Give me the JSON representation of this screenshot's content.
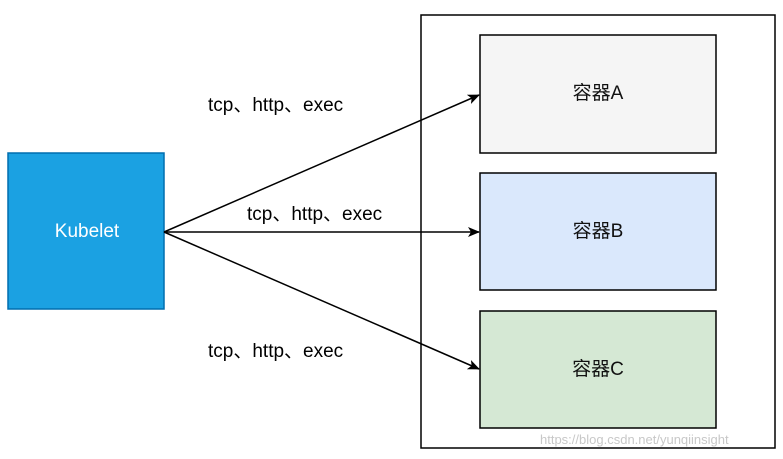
{
  "diagram": {
    "source_node": {
      "label": "Kubelet",
      "fill": "#1ba1e2",
      "text_color": "#ffffff"
    },
    "containers": [
      {
        "label": "容器A",
        "fill": "#f5f5f5",
        "stroke": "#000000"
      },
      {
        "label": "容器B",
        "fill": "#dae8fc",
        "stroke": "#000000"
      },
      {
        "label": "容器C",
        "fill": "#d5e8d4",
        "stroke": "#000000"
      }
    ],
    "edges": [
      {
        "from": "Kubelet",
        "to": "容器A",
        "label": "tcp、http、exec"
      },
      {
        "from": "Kubelet",
        "to": "容器B",
        "label": "tcp、http、exec"
      },
      {
        "from": "Kubelet",
        "to": "容器C",
        "label": "tcp、http、exec"
      }
    ],
    "pod_frame": {
      "stroke": "#000000",
      "fill": "#ffffff"
    },
    "watermark": "https://blog.csdn.net/yunqiinsight"
  }
}
